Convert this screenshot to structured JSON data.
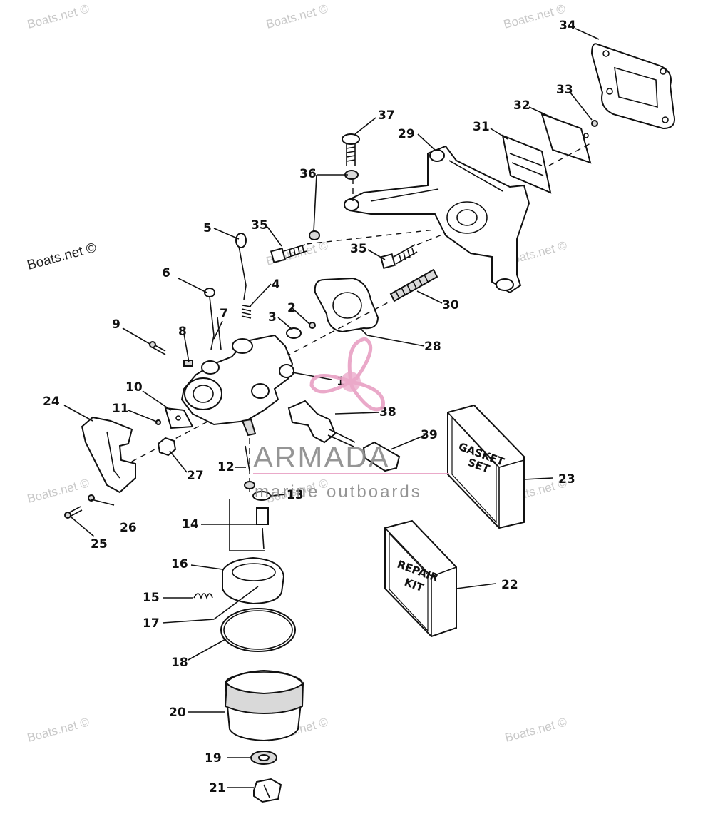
{
  "watermark": "Boats.net ©",
  "brand": {
    "name": "ARMADA",
    "tagline": "marine outboards",
    "accent": "#e8a0c4"
  },
  "kits": {
    "gasket_set": [
      "GASKET",
      "SET"
    ],
    "repair_kit": [
      "REPAIR",
      "KIT"
    ]
  },
  "callouts": {
    "c1": "1",
    "c2": "2",
    "c3": "3",
    "c4": "4",
    "c5": "5",
    "c6": "6",
    "c7": "7",
    "c8": "8",
    "c9": "9",
    "c10": "10",
    "c11": "11",
    "c12": "12",
    "c13": "13",
    "c14": "14",
    "c15": "15",
    "c16": "16",
    "c17": "17",
    "c18": "18",
    "c19": "19",
    "c20": "20",
    "c21": "21",
    "c22": "22",
    "c23": "23",
    "c24": "24",
    "c25": "25",
    "c26": "26",
    "c27": "27",
    "c28": "28",
    "c29": "29",
    "c30": "30",
    "c31": "31",
    "c32": "32",
    "c33": "33",
    "c34": "34",
    "c35a": "35",
    "c35b": "35",
    "c36": "36",
    "c37": "37",
    "c38": "38",
    "c39": "39"
  }
}
